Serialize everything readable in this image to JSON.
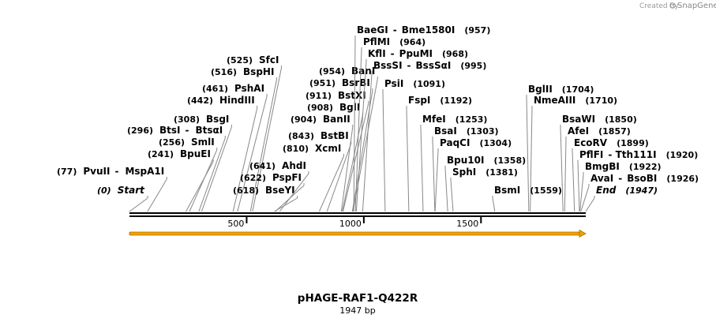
{
  "credit": {
    "prefix": "Created by",
    "brand": "SnapGene"
  },
  "map": {
    "name": "pHAGE-RAF1-Q422R",
    "length_label": "1947 bp",
    "length_bp": 1947,
    "axis_ticks": [
      "500",
      "1000",
      "1500"
    ],
    "feature_color": "#f0a000"
  },
  "sites": [
    {
      "pos": "(0)",
      "pre": "",
      "names": [
        "Start"
      ],
      "italic": true,
      "bp": 0
    },
    {
      "pos": "(77)",
      "pre": "",
      "names": [
        "PvuII",
        "MspA1I"
      ],
      "bp": 77
    },
    {
      "pos": "(241)",
      "pre": "",
      "names": [
        "BpuEI"
      ],
      "bp": 241
    },
    {
      "pos": "(256)",
      "pre": "",
      "names": [
        "SmlI"
      ],
      "bp": 256
    },
    {
      "pos": "(296)",
      "pre": "",
      "names": [
        "BtsI",
        "BtsαI"
      ],
      "bp": 296
    },
    {
      "pos": "(308)",
      "pre": "",
      "names": [
        "BsgI"
      ],
      "bp": 308
    },
    {
      "pos": "(442)",
      "pre": "",
      "names": [
        "HindIII"
      ],
      "bp": 442
    },
    {
      "pos": "(461)",
      "pre": "",
      "names": [
        "PshAI"
      ],
      "bp": 461
    },
    {
      "pos": "(516)",
      "pre": "",
      "names": [
        "BspHI"
      ],
      "bp": 516
    },
    {
      "pos": "(525)",
      "pre": "",
      "names": [
        "SfcI"
      ],
      "bp": 525
    },
    {
      "pos": "(618)",
      "pre": "",
      "names": [
        "BseYI"
      ],
      "bp": 618
    },
    {
      "pos": "(622)",
      "pre": "",
      "names": [
        "PspFI"
      ],
      "bp": 622
    },
    {
      "pos": "(641)",
      "pre": "",
      "names": [
        "AhdI"
      ],
      "bp": 641
    },
    {
      "pos": "(810)",
      "pre": "",
      "names": [
        "XcmI"
      ],
      "bp": 810
    },
    {
      "pos": "(843)",
      "pre": "",
      "names": [
        "BstBI"
      ],
      "bp": 843
    },
    {
      "pos": "(904)",
      "pre": "",
      "names": [
        "BanII"
      ],
      "bp": 904
    },
    {
      "pos": "(908)",
      "pre": "",
      "names": [
        "BglI"
      ],
      "bp": 908
    },
    {
      "pos": "(911)",
      "pre": "",
      "names": [
        "BstXI"
      ],
      "bp": 911
    },
    {
      "pos": "(951)",
      "pre": "",
      "names": [
        "BsrBI"
      ],
      "bp": 951
    },
    {
      "pos": "(954)",
      "pre": "",
      "names": [
        "BanI"
      ],
      "bp": 954
    },
    {
      "pos": "(957)",
      "pre": "",
      "names": [
        "BaeGI",
        "Bme1580I"
      ],
      "bp": 957
    },
    {
      "pos": "(964)",
      "pre": "",
      "names": [
        "PflMI"
      ],
      "bp": 964
    },
    {
      "pos": "(968)",
      "pre": "",
      "names": [
        "KflI",
        "PpuMI"
      ],
      "bp": 968
    },
    {
      "pos": "(995)",
      "pre": "",
      "names": [
        "BssSI",
        "BssSαI"
      ],
      "bp": 995
    },
    {
      "pos": "(1091)",
      "pre": "",
      "names": [
        "PsiI"
      ],
      "bp": 1091
    },
    {
      "pos": "(1192)",
      "pre": "",
      "names": [
        "FspI"
      ],
      "bp": 1192
    },
    {
      "pos": "(1253)",
      "pre": "",
      "names": [
        "MfeI"
      ],
      "bp": 1253
    },
    {
      "pos": "(1303)",
      "pre": "",
      "names": [
        "BsaI"
      ],
      "bp": 1303
    },
    {
      "pos": "(1304)",
      "pre": "",
      "names": [
        "PaqCI"
      ],
      "bp": 1304
    },
    {
      "pos": "(1358)",
      "pre": "",
      "names": [
        "Bpu10I"
      ],
      "bp": 1358
    },
    {
      "pos": "(1381)",
      "pre": "",
      "names": [
        "SphI"
      ],
      "bp": 1381
    },
    {
      "pos": "(1559)",
      "pre": "",
      "names": [
        "BsmI"
      ],
      "bp": 1559
    },
    {
      "pos": "(1704)",
      "pre": "",
      "names": [
        "BglII"
      ],
      "bp": 1704
    },
    {
      "pos": "(1710)",
      "pre": "",
      "names": [
        "NmeAIII"
      ],
      "bp": 1710
    },
    {
      "pos": "(1850)",
      "pre": "",
      "names": [
        "BsaWI"
      ],
      "bp": 1850
    },
    {
      "pos": "(1857)",
      "pre": "",
      "names": [
        "AfeI"
      ],
      "bp": 1857
    },
    {
      "pos": "(1899)",
      "pre": "",
      "names": [
        "EcoRV"
      ],
      "bp": 1899
    },
    {
      "pos": "(1920)",
      "pre": "",
      "names": [
        "PflFI",
        "Tth111I"
      ],
      "bp": 1920
    },
    {
      "pos": "(1922)",
      "pre": "",
      "names": [
        "BmgBI"
      ],
      "bp": 1922
    },
    {
      "pos": "(1926)",
      "pre": "",
      "names": [
        "AvaI",
        "BsoBI"
      ],
      "bp": 1926
    },
    {
      "pos": "(1947)",
      "pre": "",
      "names": [
        "End"
      ],
      "italic": true,
      "bp": 1947
    }
  ]
}
